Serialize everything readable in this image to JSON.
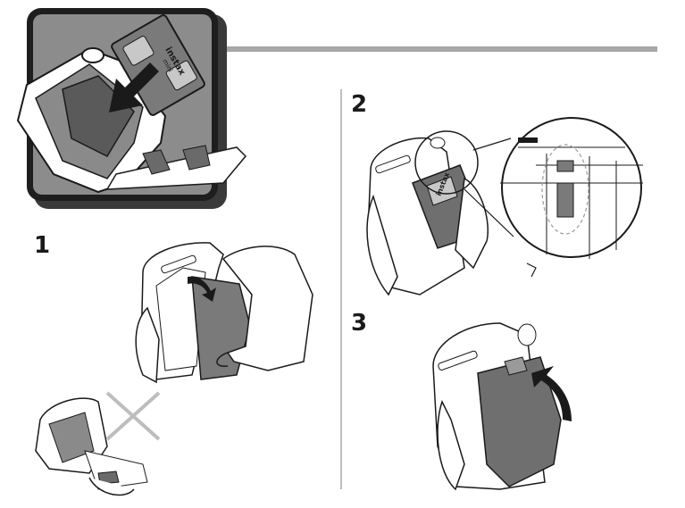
{
  "steps": [
    {
      "number": "1"
    },
    {
      "number": "2"
    },
    {
      "number": "3"
    }
  ],
  "cartridge": {
    "brand_label": "instax",
    "model_label": "mini"
  },
  "colors": {
    "header_rule": "#a7a7a7",
    "panel_bg": "#8c8c8c",
    "cartridge_fill": "#6f6f6f",
    "outline": "#1a1a1a"
  }
}
